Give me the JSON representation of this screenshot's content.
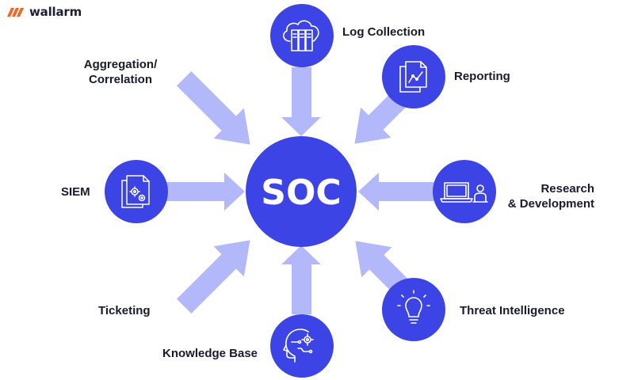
{
  "brand": {
    "name": "wallarm",
    "color": "#f26522"
  },
  "center": {
    "label": "SOC",
    "color": "#3d44e6"
  },
  "colors": {
    "node": "#3d44e6",
    "arrow": "#b3b8fb",
    "icon_stroke": "#ffffff",
    "text": "#1a1a2e"
  },
  "nodes": [
    {
      "id": "log-collection",
      "label_lines": [
        "Log Collection"
      ],
      "icon": "cloud-server-icon"
    },
    {
      "id": "reporting",
      "label_lines": [
        "Reporting"
      ],
      "icon": "report-chart-icon"
    },
    {
      "id": "aggregation",
      "label_lines": [
        "Aggregation/",
        "Correlation"
      ],
      "icon": null
    },
    {
      "id": "siem",
      "label_lines": [
        "SIEM"
      ],
      "icon": "document-gears-icon"
    },
    {
      "id": "research",
      "label_lines": [
        "Research",
        "& Development"
      ],
      "icon": "laptop-user-icon"
    },
    {
      "id": "ticketing",
      "label_lines": [
        "Ticketing"
      ],
      "icon": null
    },
    {
      "id": "threat-intel",
      "label_lines": [
        "Threat Intelligence"
      ],
      "icon": "lightbulb-icon"
    },
    {
      "id": "knowledge-base",
      "label_lines": [
        "Knowledge Base"
      ],
      "icon": "head-gear-icon"
    }
  ]
}
